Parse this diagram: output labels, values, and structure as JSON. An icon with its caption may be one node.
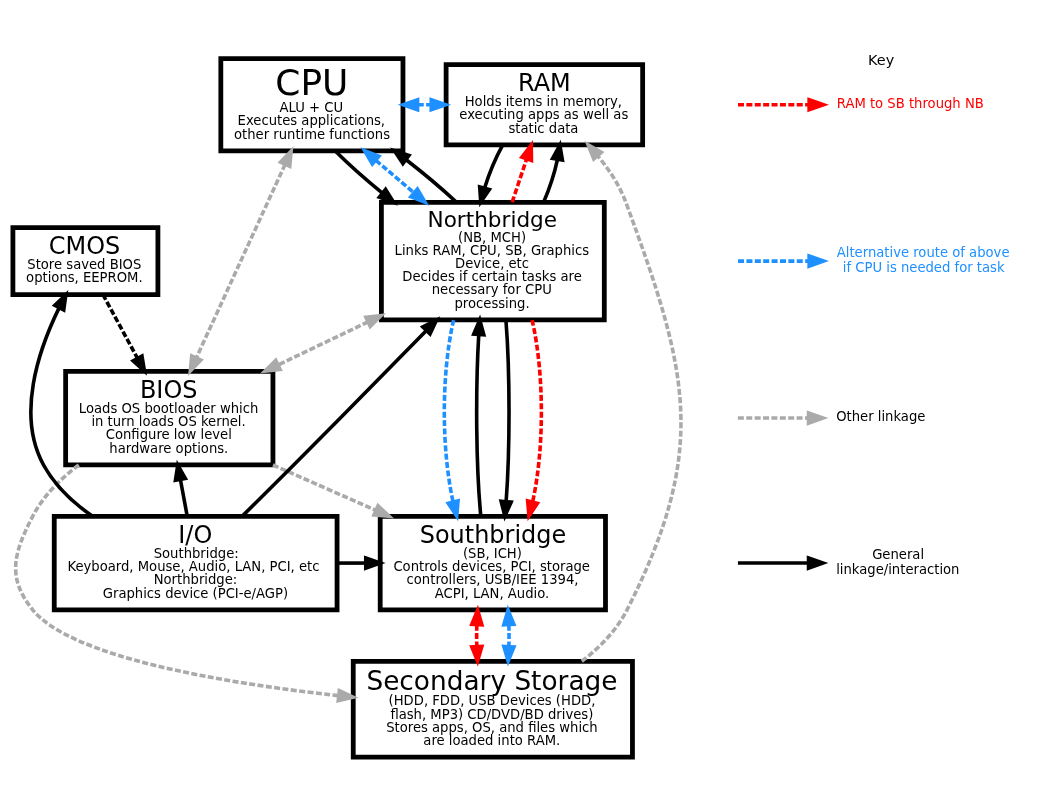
{
  "diagram": {
    "nodes": [
      {
        "text": [
          "CPU",
          "ALU + CU",
          "Executes applications, other runtime functions"
        ]
      },
      {
        "text": [
          "RAM",
          "Holds items in memory, executing apps as well as static data"
        ]
      },
      {
        "text": [
          "BIOS",
          "Loads OS bootloader which in turn loads OS kernel. Configure low level hardware options."
        ]
      },
      {
        "text": [
          "CMOS",
          "Store saved BIOS options, EEPROM."
        ]
      },
      {
        "text": [
          "Northbridge",
          "(NB, MCH)",
          "Links RAM, CPU, SB, Graphics Device, etc",
          "Decides if certain tasks are necessary for CPU processing."
        ]
      },
      {
        "text": [
          "I/O",
          "Southbridge:",
          "Keyboard, Mouse, Audio, LAN, PCI, etc",
          "Northbridge:",
          "Graphics device (PCI-e/AGP)"
        ]
      },
      {
        "text": [
          "Southbridge",
          "(SB, ICH)",
          "Controls devices, PCI, storage controllers, USB/IEE 1394, ACPI, LAN, Audio."
        ]
      },
      {
        "text": [
          "Secondary Storage",
          "(HDD, FDD, USB Devices (HDD, flash, MP3) CD/DVD/BD drives)",
          "Stores apps, OS, and files which are loaded into RAM."
        ]
      }
    ],
    "edges": [
      {
        "from": 0,
        "to": 1,
        "arrow": "both",
        "style": "dashed",
        "color": "#1e90ff"
      },
      {
        "from": 4,
        "to": 1,
        "arrow": "to",
        "style": "dashed",
        "color": "#ff0000"
      },
      {
        "from": 0,
        "to": 4,
        "arrow": "to"
      },
      {
        "from": 0,
        "to": 4,
        "arrow": "both",
        "style": "dashed",
        "color": "#1e90ff"
      },
      {
        "from": 4,
        "to": 0,
        "arrow": "to"
      },
      {
        "from": 4,
        "to": 1,
        "arrow": "to"
      },
      {
        "from": 1,
        "to": 4,
        "arrow": "to"
      },
      {
        "from": 0,
        "to": 2,
        "arrow": "both",
        "style": "dashed",
        "color": "#aaaaaa"
      },
      {
        "from": 4,
        "to": 2,
        "arrow": "both",
        "style": "dashed",
        "color": "#aaaaaa"
      },
      {
        "from": 7,
        "to": 1,
        "arrow": "to",
        "style": "dashed",
        "color": "#aaaaaa"
      },
      {
        "from": 2,
        "to": 6,
        "arrow": "to",
        "style": "dashed",
        "color": "#aaaaaa"
      },
      {
        "from": 2,
        "to": 7,
        "arrow": "to",
        "style": "dashed",
        "color": "#aaaaaa"
      },
      {
        "from": 5,
        "to": 2,
        "arrow": "to"
      },
      {
        "from": 5,
        "to": 3,
        "arrow": "to"
      },
      {
        "from": 3,
        "to": 2,
        "arrow": "to",
        "style": "dashed"
      },
      {
        "from": 5,
        "to": 4,
        "arrow": "to"
      },
      {
        "from": 5,
        "to": 6,
        "arrow": "to"
      },
      {
        "from": 6,
        "to": 4,
        "arrow": "to"
      },
      {
        "from": 4,
        "to": 6,
        "arrow": "to",
        "style": "dashed",
        "color": "#1e90ff"
      },
      {
        "from": 4,
        "to": 6,
        "arrow": "to"
      },
      {
        "from": 4,
        "to": 6,
        "arrow": "to",
        "style": "dashed",
        "color": "#ff0000"
      },
      {
        "from": 6,
        "to": 7,
        "arrow": "both",
        "style": "dashed",
        "color": "#ff0000"
      },
      {
        "from": 6,
        "to": 7,
        "arrow": "both",
        "style": "dashed",
        "color": "#1e90ff"
      }
    ],
    "labels": [
      "Key"
    ],
    "legend": [
      {
        "text": "RAM to SB through NB"
      },
      {
        "text": "Alternative route of above if CPU is needed for task"
      },
      {
        "text": "Other linkage"
      },
      {
        "text": "General linkage/interaction"
      }
    ]
  }
}
